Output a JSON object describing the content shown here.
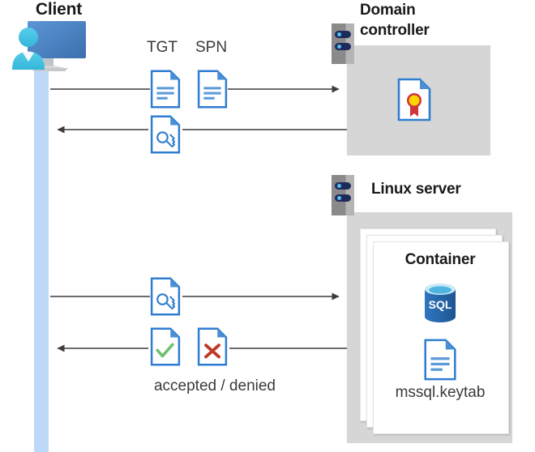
{
  "diagram": {
    "title": "Kerberos authentication flow between Client, Domain controller and Linux server container",
    "type": "sequence-diagram",
    "background": "#ffffff",
    "colors": {
      "accent_blue": "#2e7dd1",
      "doc_fill": "#ffffff",
      "doc_fold": "#2e7dd1",
      "lifeline_blue": "#bdd9f7",
      "panel_gray": "#d6d6d6",
      "card_white": "#ffffff",
      "arrow_gray": "#404040",
      "accept_green": "#6ec06e",
      "deny_red": "#c0392b",
      "seal_yellow": "#ffd400",
      "seal_red": "#d13438",
      "sql_blue": "#2a6fb8",
      "server_navy": "#1f2a5c",
      "server_dot": "#4ec3ef"
    }
  },
  "actors": {
    "client": {
      "label": "Client",
      "icon": "client-computer-icon",
      "lifeline": true
    },
    "domain_controller": {
      "label_line1": "Domain",
      "label_line2": "controller",
      "label": "Domain controller",
      "icon": "server-rack-icon",
      "contents": [
        {
          "name": "certificate-document-icon",
          "label": ""
        }
      ]
    },
    "linux_server": {
      "label": "Linux server",
      "icon": "server-rack-icon",
      "container": {
        "title": "Container",
        "stack_count": 3,
        "items": [
          {
            "name": "sql-database-icon",
            "label": "SQL"
          },
          {
            "name": "keytab-document-icon",
            "label": "mssql.keytab"
          }
        ]
      }
    }
  },
  "flows": [
    {
      "id": "flow-1",
      "direction": "right",
      "from": "client",
      "to": "domain_controller",
      "labels": [
        "TGT",
        "SPN"
      ],
      "icons": [
        "tgt-document-icon",
        "spn-document-icon"
      ]
    },
    {
      "id": "flow-2",
      "direction": "left",
      "from": "domain_controller",
      "to": "client",
      "labels": [],
      "icons": [
        "service-ticket-key-document-icon"
      ]
    },
    {
      "id": "flow-3",
      "direction": "right",
      "from": "client",
      "to": "linux_server",
      "labels": [],
      "icons": [
        "service-ticket-key-document-icon"
      ]
    },
    {
      "id": "flow-4",
      "direction": "left",
      "from": "linux_server",
      "to": "client",
      "labels": [
        "accepted / denied"
      ],
      "icons": [
        "accepted-document-icon",
        "denied-document-icon"
      ]
    }
  ],
  "labels": {
    "tgt": "TGT",
    "spn": "SPN",
    "accepted_denied": "accepted / denied",
    "container": "Container",
    "keytab": "mssql.keytab",
    "sql": "SQL",
    "client": "Client",
    "domain_controller_line1": "Domain",
    "domain_controller_line2": "controller",
    "linux_server": "Linux server"
  }
}
